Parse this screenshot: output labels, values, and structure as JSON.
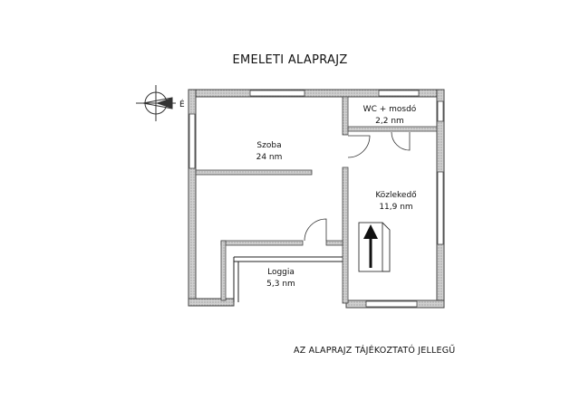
{
  "title": "EMELETI ALAPRAJZ",
  "footnote": "AZ ALAPRAJZ TÁJÉKOZTATÓ JELLEGŰ",
  "compass": {
    "letter": "É"
  },
  "rooms": [
    {
      "name": "Szoba",
      "area": "24 nm"
    },
    {
      "name": "WC + mosdó",
      "area": "2,2 nm"
    },
    {
      "name": "Közlekedő",
      "area": "11,9 nm"
    },
    {
      "name": "Loggia",
      "area": "5,3 nm"
    }
  ],
  "colors": {
    "wall_fill": "#c9c9c9",
    "wall_stroke": "#444444",
    "line": "#222222",
    "window": "#ffffff"
  }
}
